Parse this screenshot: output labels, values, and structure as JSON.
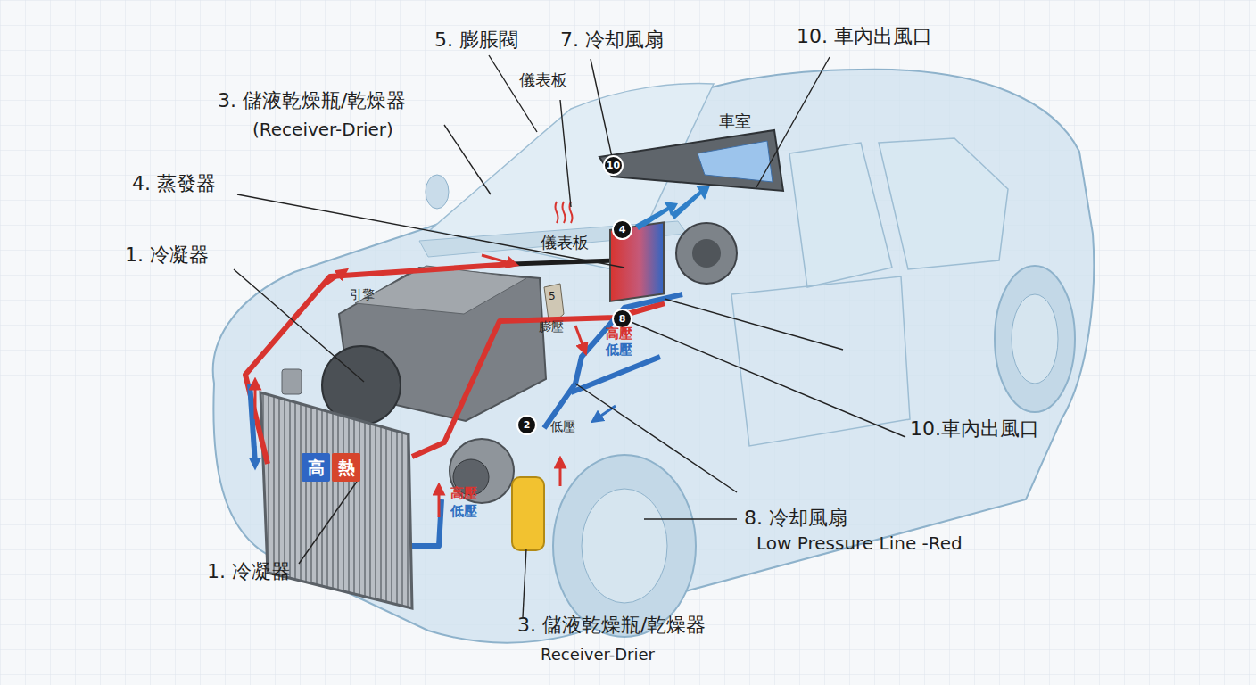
{
  "diagram": {
    "nodes": [
      {
        "text": [
          "10"
        ]
      },
      {
        "text": [
          "4"
        ]
      },
      {
        "text": [
          "8"
        ]
      },
      {
        "text": [
          "2"
        ]
      },
      {
        "text": [
          "高"
        ]
      },
      {
        "text": [
          "熱"
        ]
      }
    ],
    "labels": [
      "5. 膨脹閥",
      "7. 冷却風扇",
      "10. 車內出風口",
      "儀表板",
      "3. 儲液乾燥瓶/乾燥器",
      "(Receiver-Drier)",
      "車室",
      "4. 蒸發器",
      "儀表板",
      "1. 冷凝器",
      "引擎",
      "5",
      "膨壓",
      "高壓",
      "低壓",
      "低壓",
      "10.車內出風口",
      "高壓",
      "低壓",
      "8. 冷却風扇",
      "Low Pressure Line -Red",
      "1. 冷凝器",
      "3. 儲液乾燥瓶/乾燥器",
      "Receiver-Drier"
    ]
  }
}
